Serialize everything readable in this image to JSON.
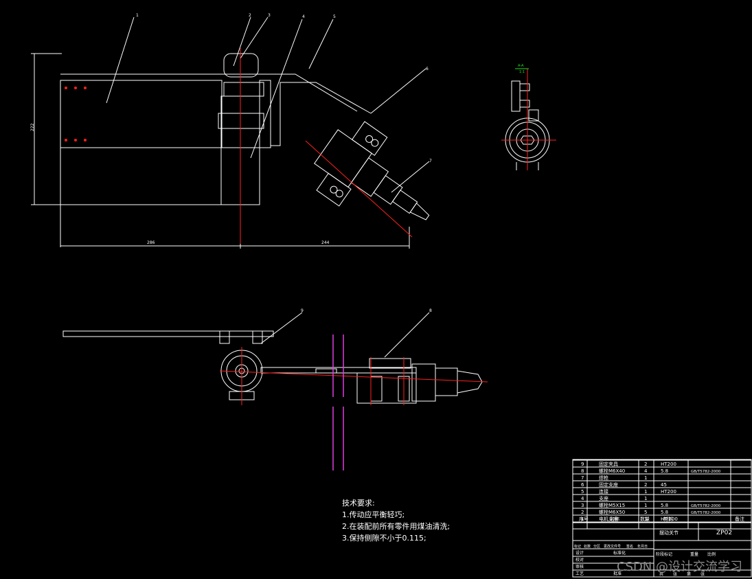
{
  "colors": {
    "background": "#000000",
    "line": "#ffffff",
    "centerline": "#ff2020",
    "magenta": "#e040e0",
    "green": "#20e020"
  },
  "callouts": [
    "1",
    "2",
    "3",
    "4",
    "5",
    "6",
    "7",
    "8",
    "9"
  ],
  "dims": {
    "main_width": "286",
    "right_width": "244",
    "height": "222"
  },
  "section_mark": {
    "label": "A-A",
    "scale": "1:1"
  },
  "tech": {
    "title": "技术要求:",
    "items": [
      "1.传动应平衡轻巧;",
      "2.在装配前所有零件用煤油清洗;",
      "3.保持侧隙不小于0.115;"
    ]
  },
  "bom": [
    {
      "no": "9",
      "name": "固定夹具",
      "qty": "2",
      "mat": "HT200",
      "std": ""
    },
    {
      "no": "8",
      "name": "螺栓M6X40",
      "qty": "4",
      "mat": "5.8",
      "std": "GB/T5782-2000"
    },
    {
      "no": "7",
      "name": "焊枪",
      "qty": "1",
      "mat": "",
      "std": ""
    },
    {
      "no": "6",
      "name": "固定支座",
      "qty": "2",
      "mat": "45",
      "std": ""
    },
    {
      "no": "5",
      "name": "连接",
      "qty": "1",
      "mat": "HT200",
      "std": ""
    },
    {
      "no": "4",
      "name": "支座",
      "qty": "1",
      "mat": "",
      "std": ""
    },
    {
      "no": "3",
      "name": "螺栓M5X15",
      "qty": "1",
      "mat": "5.8",
      "std": "GB/T5782-2000"
    },
    {
      "no": "2",
      "name": "螺栓M6X50",
      "qty": "5",
      "mat": "5.8",
      "std": "GB/T5782-2000"
    },
    {
      "no": "1",
      "name": "电机支座",
      "qty": "1",
      "mat": "HT-200",
      "std": ""
    }
  ],
  "bom_header": {
    "no": "序号",
    "name": "名称",
    "qty": "数量",
    "mat": "材料",
    "note": "备注"
  },
  "title_block": {
    "drawing_name": "摆动关节",
    "drawing_no": "ZP02",
    "rev_cols": [
      "标记",
      "处数",
      "分区",
      "更改文件号",
      "签名",
      "年月日"
    ],
    "roles": [
      "设计",
      "校对",
      "审核",
      "工艺"
    ],
    "role_extra": [
      "标准化",
      "批准"
    ],
    "stage_cols": [
      "阶段标记",
      "重量",
      "比例"
    ],
    "sheet_cols": [
      "共",
      "张",
      "第",
      "张"
    ]
  },
  "watermark": "CSDN @设计交流学习"
}
